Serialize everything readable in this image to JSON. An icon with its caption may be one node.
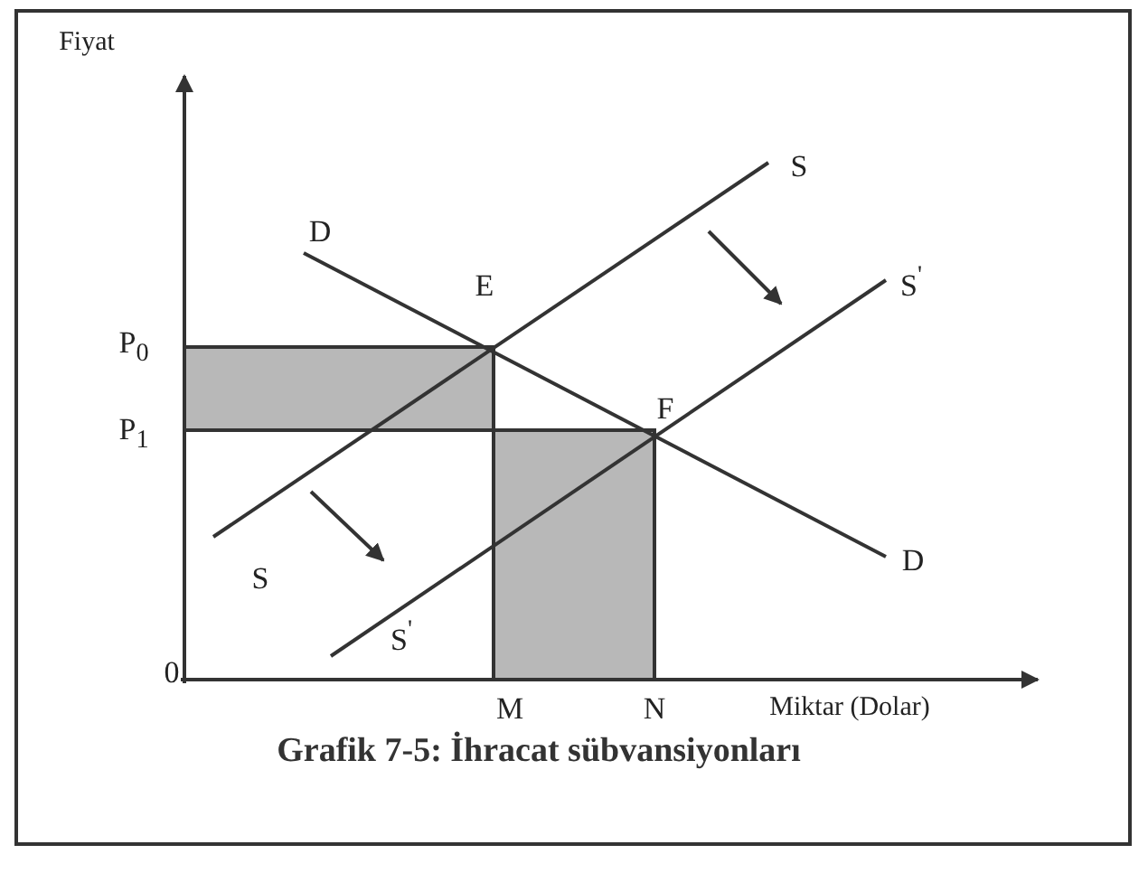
{
  "diagram": {
    "caption": "Grafik 7-5: İhracat sübvansiyonları",
    "labels": [
      "Fiyat",
      "S",
      "D",
      "S$^{'}$",
      "E",
      "P$_{0}$",
      "F",
      "P$_{1}$",
      "S",
      "D",
      "S$^{'}$",
      "0",
      "M",
      "N",
      "Miktar (Dolar)"
    ]
  }
}
